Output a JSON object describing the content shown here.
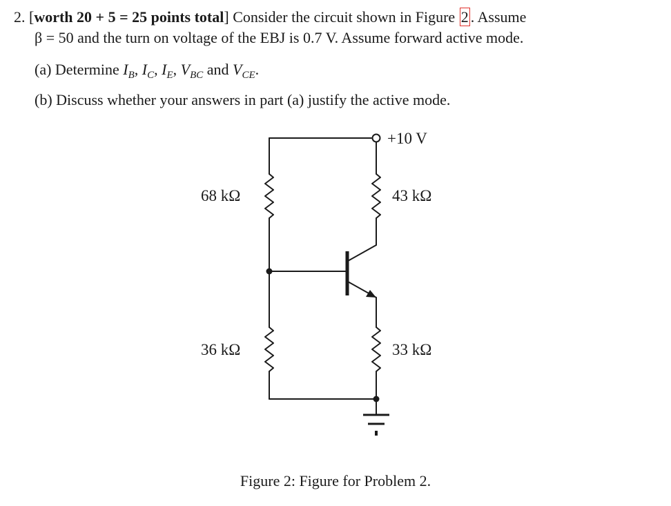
{
  "problem": {
    "number": "2.",
    "worth_open": "[",
    "worth": "worth 20 + 5 = 25 points total",
    "worth_close": "]",
    "intro": " Consider the circuit shown in Figure ",
    "fig_ref": "2",
    "intro_end": ". Assume",
    "line2": "β = 50 and the turn on voltage of the EBJ is 0.7 V. Assume forward active mode.",
    "part_a_prefix": "(a) Determine ",
    "part_a_vars": {
      "ib_main": "I",
      "ib_sub": "B",
      "ic_main": "I",
      "ic_sub": "C",
      "ie_main": "I",
      "ie_sub": "E",
      "vbc_main": "V",
      "vbc_sub": "BC",
      "vce_main": "V",
      "vce_sub": "CE"
    },
    "sep": ", ",
    "and_word": " and ",
    "period": ".",
    "part_b": "(b) Discuss whether your answers in part (a) justify the active mode."
  },
  "circuit": {
    "supply_label": "+10 V",
    "r1_label": "68 kΩ",
    "r2_label": "36 kΩ",
    "rc_label": "43 kΩ",
    "re_label": "33 kΩ"
  },
  "caption": "Figure 2: Figure for Problem 2."
}
